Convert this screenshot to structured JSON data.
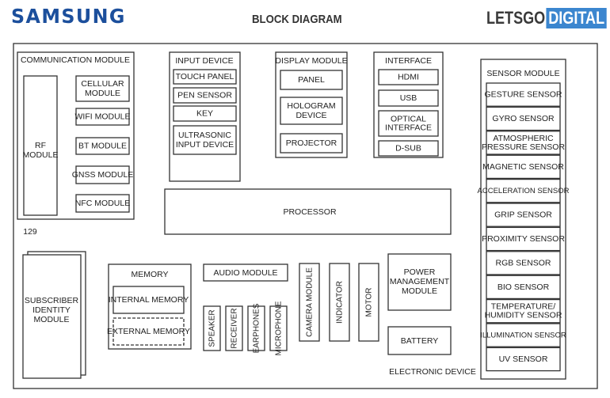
{
  "header": {
    "brand_left": "SAMSUNG",
    "title": "BLOCK DIAGRAM",
    "brand_right_a": "LETSGO",
    "brand_right_b": "DIGITAL",
    "colors": {
      "samsung": "#1c4f9c",
      "letsgo_accent": "#3b86cf"
    }
  },
  "diagram": {
    "outer_label": "ELECTRONIC DEVICE",
    "ref_number": "129",
    "communication": {
      "title": "COMMUNICATION MODULE",
      "rf": [
        "RF",
        "MODULE"
      ],
      "items": [
        [
          "CELLULAR",
          "MODULE"
        ],
        [
          "WIFI MODULE"
        ],
        [
          "BT MODULE"
        ],
        [
          "GNSS MODULE"
        ],
        [
          "NFC MODULE"
        ]
      ]
    },
    "input": {
      "title": "INPUT DEVICE",
      "items": [
        [
          "TOUCH PANEL"
        ],
        [
          "PEN SENSOR"
        ],
        [
          "KEY"
        ],
        [
          "ULTRASONIC",
          "INPUT DEVICE"
        ]
      ]
    },
    "display": {
      "title": "DISPLAY MODULE",
      "items": [
        [
          "PANEL"
        ],
        [
          "HOLOGRAM",
          "DEVICE"
        ],
        [
          "PROJECTOR"
        ]
      ]
    },
    "interface": {
      "title": "INTERFACE",
      "items": [
        [
          "HDMI"
        ],
        [
          "USB"
        ],
        [
          "OPTICAL",
          "INTERFACE"
        ],
        [
          "D-SUB"
        ]
      ]
    },
    "sensor": {
      "title": "SENSOR MODULE",
      "items": [
        [
          "GESTURE SENSOR"
        ],
        [
          "GYRO SENSOR"
        ],
        [
          "ATMOSPHERIC",
          "PRESSURE SENSOR"
        ],
        [
          "MAGNETIC SENSOR"
        ],
        [
          "ACCELERATION SENSOR"
        ],
        [
          "GRIP SENSOR"
        ],
        [
          "PROXIMITY SENSOR"
        ],
        [
          "RGB SENSOR"
        ],
        [
          "BIO SENSOR"
        ],
        [
          "TEMPERATURE/",
          "HUMIDITY SENSOR"
        ],
        [
          "ILLUMINATION SENSOR"
        ],
        [
          "UV SENSOR"
        ]
      ]
    },
    "processor": "PROCESSOR",
    "sim": [
      "SUBSCRIBER",
      "IDENTITY",
      "MODULE"
    ],
    "memory": {
      "title": "MEMORY",
      "internal": "INTERNAL MEMORY",
      "external": "EXTERNAL MEMORY"
    },
    "audio": {
      "title": "AUDIO MODULE",
      "items": [
        "SPEAKER",
        "RECEIVER",
        "EARPHONES",
        "MICROPHONE"
      ]
    },
    "camera": "CAMERA MODULE",
    "indicator": "INDICATOR",
    "motor": "MOTOR",
    "power": [
      "POWER",
      "MANAGEMENT",
      "MODULE"
    ],
    "battery": "BATTERY"
  }
}
